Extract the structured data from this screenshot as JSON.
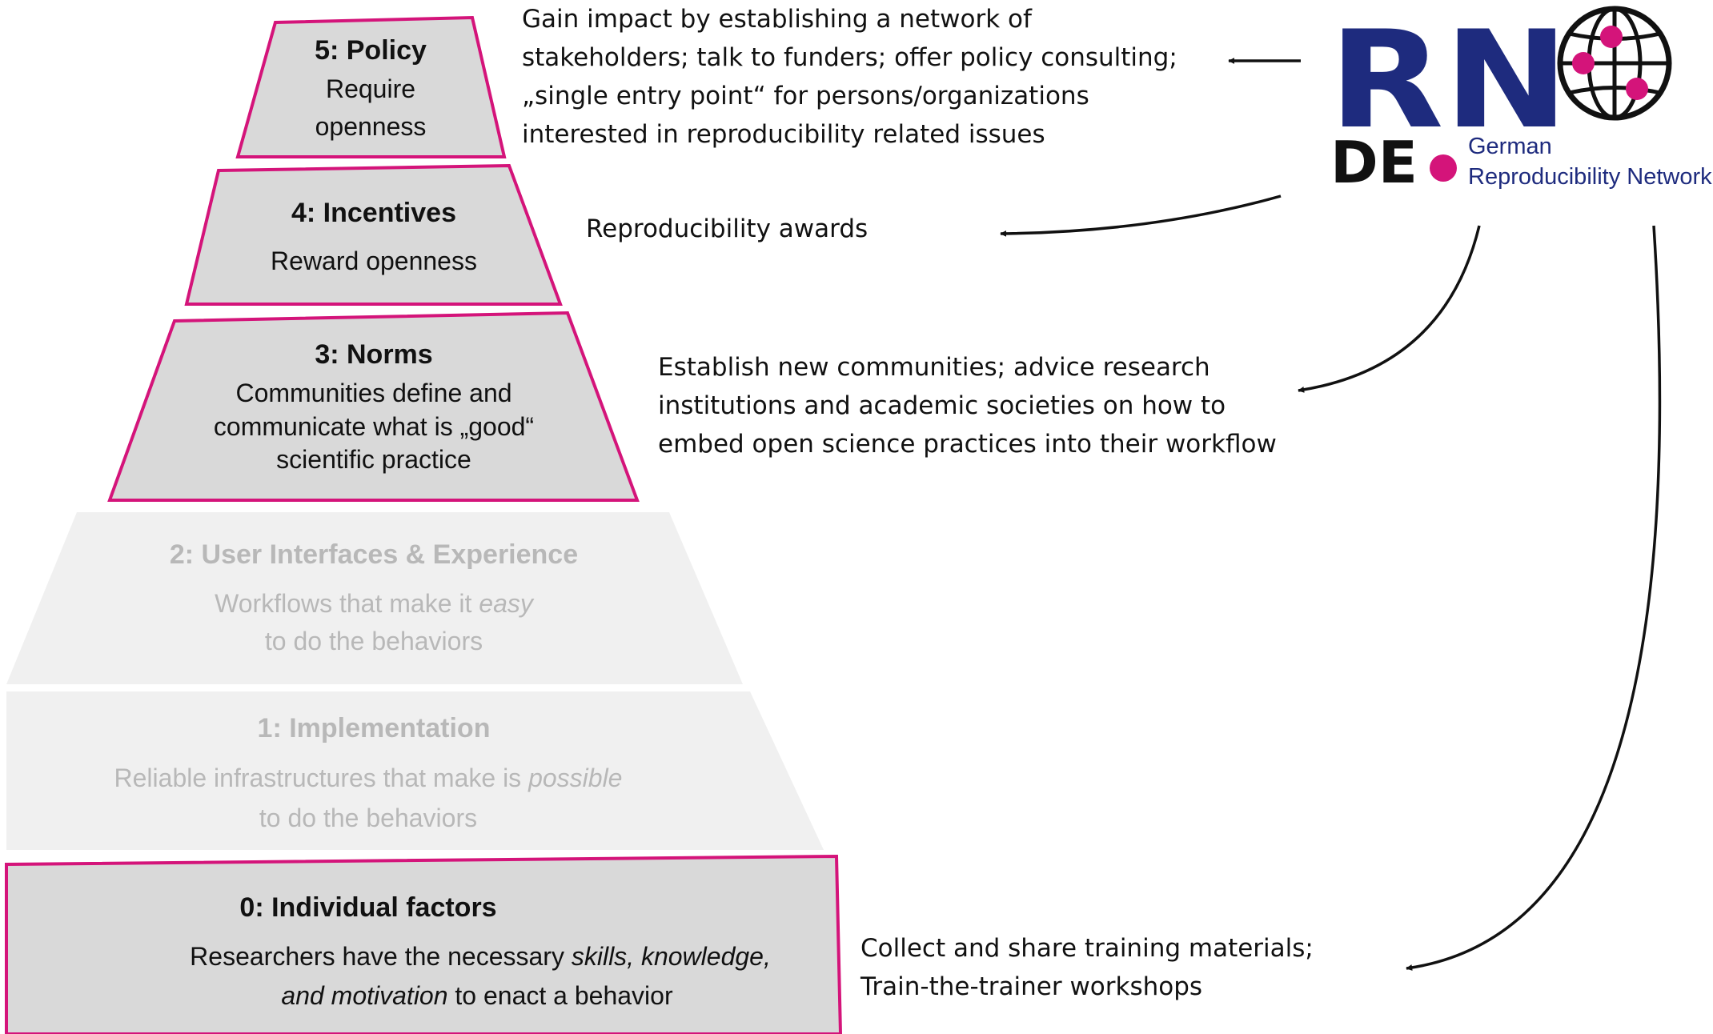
{
  "colors": {
    "accent": "#d4147a",
    "active_fill": "#d9d9d9",
    "faded_fill": "#f0f0f0",
    "faded_text": "#b8b8b8",
    "logo_blue": "#1e2b7e",
    "text": "#111111"
  },
  "pyramid": {
    "level5": {
      "title": "5: Policy",
      "body": [
        "Require",
        "openness"
      ]
    },
    "level4": {
      "title": "4: Incentives",
      "body": [
        "Reward openness"
      ]
    },
    "level3": {
      "title": "3: Norms",
      "body": [
        "Communities define and",
        "communicate what is „good“",
        "scientific practice"
      ]
    },
    "level2": {
      "title": "2: User Interfaces & Experience",
      "body_line1_plain": "Workflows that make it ",
      "body_line1_italic": "easy",
      "body_line2": "to do the behaviors"
    },
    "level1": {
      "title": "1: Implementation",
      "body_line1_plain": "Reliable infrastructures that make is ",
      "body_line1_italic": "possible",
      "body_line2": "to do the behaviors"
    },
    "level0": {
      "title": "0: Individual factors",
      "body_line1_plain": "Researchers have the necessary ",
      "body_line1_italic": "skills, knowledge,",
      "body_line2_italic": "and motivation",
      "body_line2_plain": " to enact a behavior"
    }
  },
  "annotations": {
    "policy": [
      "Gain impact by establishing a network of",
      "stakeholders; talk to funders; offer policy consulting;",
      "„single entry point“ for persons/organizations",
      "interested in reproducibility related issues"
    ],
    "incentives": [
      "Reproducibility awards"
    ],
    "norms": [
      "Establish new communities; advice research",
      "institutions and academic societies on how to",
      "embed open science practices into their workflow"
    ],
    "individual": [
      "Collect and share training materials;",
      "Train-the-trainer workshops"
    ]
  },
  "logo": {
    "top": "RN",
    "bottom": "DE",
    "line1": "German",
    "line2": "Reproducibility Network",
    "icon": "globe-network-icon"
  }
}
